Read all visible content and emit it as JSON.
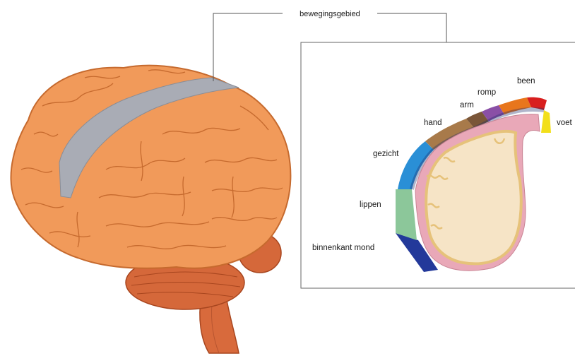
{
  "header_label": "bewegingsgebied",
  "regions": [
    {
      "label": "been",
      "color": "#e8761c"
    },
    {
      "label": "romp",
      "color": "#8a4fa6"
    },
    {
      "label": "arm",
      "color": "#7a5638"
    },
    {
      "label": "hand",
      "color": "#a87a4a"
    },
    {
      "label": "gezicht",
      "color": "#2a8fd6"
    },
    {
      "label": "lippen",
      "color": "#8cc79a"
    },
    {
      "label": "binnenkant mond",
      "color": "#23399a"
    },
    {
      "label": "voet",
      "color": "#f2df1a"
    }
  ],
  "colors": {
    "cortex": "#f19a5a",
    "motor_strip": "#a9acb5",
    "white_matter": "#f6e4c6",
    "white_matter_edge": "#e6c27a",
    "grey_matter": "#e9a8b8",
    "toes": "#d81e1e"
  }
}
